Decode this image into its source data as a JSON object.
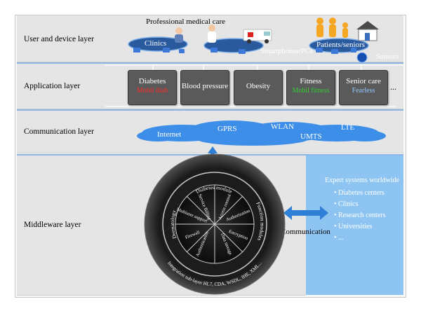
{
  "layers": {
    "user_device": "User and device layer",
    "application": "Application layer",
    "communication": "Communication layer",
    "middleware": "Middleware layer"
  },
  "user_layer": {
    "professional": "Professional medical care",
    "clinics": "Clinics",
    "smartphones": "Smartphones/PCs",
    "patients": "Patients/seniors",
    "sensors": "Sensors"
  },
  "apps": [
    {
      "title": "Diabetes",
      "sub": "Mobil diab",
      "sub_color": "#ff2a2a"
    },
    {
      "title": "Blood pressure",
      "sub": "",
      "sub_color": "#ffffff"
    },
    {
      "title": "Obesity",
      "sub": "",
      "sub_color": "#ffffff"
    },
    {
      "title": "Fitness",
      "sub": "Mobil fitness",
      "sub_color": "#33cc33"
    },
    {
      "title": "Senior care",
      "sub": "Fearless",
      "sub_color": "#8fc8ff"
    }
  ],
  "apps_more": "...",
  "networks": [
    "Internet",
    "GPRS",
    "WLAN",
    "UMTS",
    "LTE"
  ],
  "middleware": {
    "ring_outer_top": "Diabetes module",
    "ring_outer_left": "Dermatology",
    "ring_outer_right": "Function modules",
    "ring_outer_bottom": "Integration sub-layer HL7, CDA, WSDL, IHE, XML...",
    "sectors": [
      "Access control",
      "Authorization",
      "Encryption",
      "Data storage",
      "Authentication",
      "Firewall",
      "Multiuser support",
      "Service Billing"
    ]
  },
  "communication_label": "Communication",
  "expert": {
    "title": "Expert systems worldwide",
    "items": [
      "Diabetes centers",
      "Clinics",
      "Research centers",
      "Universities",
      "..."
    ]
  },
  "colors": {
    "band": "#e5e5e5",
    "accent": "#8db3e2",
    "cloud": "#3d8ee8",
    "expert_bg": "#8ec4f2",
    "app_box": "#5a5a5a",
    "arrow": "#2f7fd6"
  }
}
